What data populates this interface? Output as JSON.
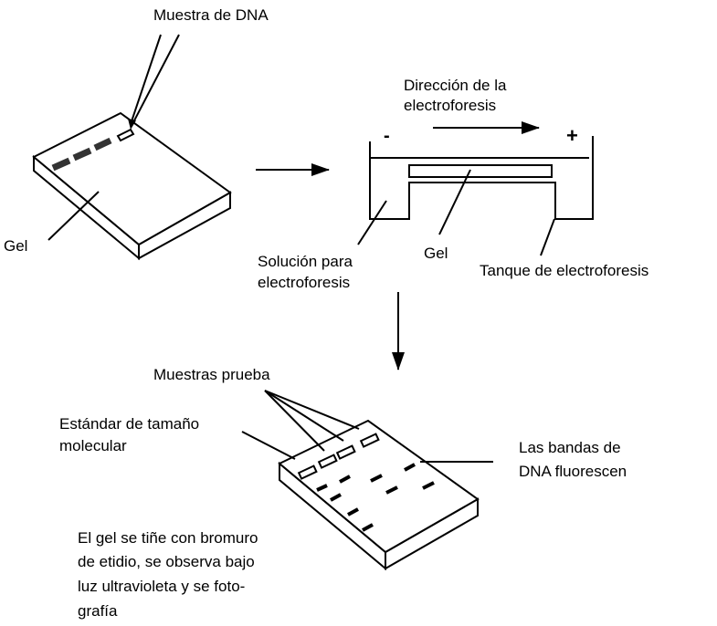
{
  "labels": {
    "dna_sample": "Muestra de DNA",
    "gel_1": "Gel",
    "direction_line1": "Dirección de la",
    "direction_line2": "electroforesis",
    "minus": "-",
    "plus": "+",
    "solution_line1": "Solución para",
    "solution_line2": "electroforesis",
    "gel_2": "Gel",
    "tank": "Tanque de electroforesis",
    "test_samples": "Muestras prueba",
    "standard_line1": "Estándar de tamaño",
    "standard_line2": "molecular",
    "bands_line1": "Las bandas de",
    "bands_line2": "DNA fluorescen",
    "stain_line1": "El gel se tiñe con bromuro",
    "stain_line2": "de etidio, se observa bajo",
    "stain_line3": "luz ultravioleta y se foto-",
    "stain_line4": "grafía"
  }
}
